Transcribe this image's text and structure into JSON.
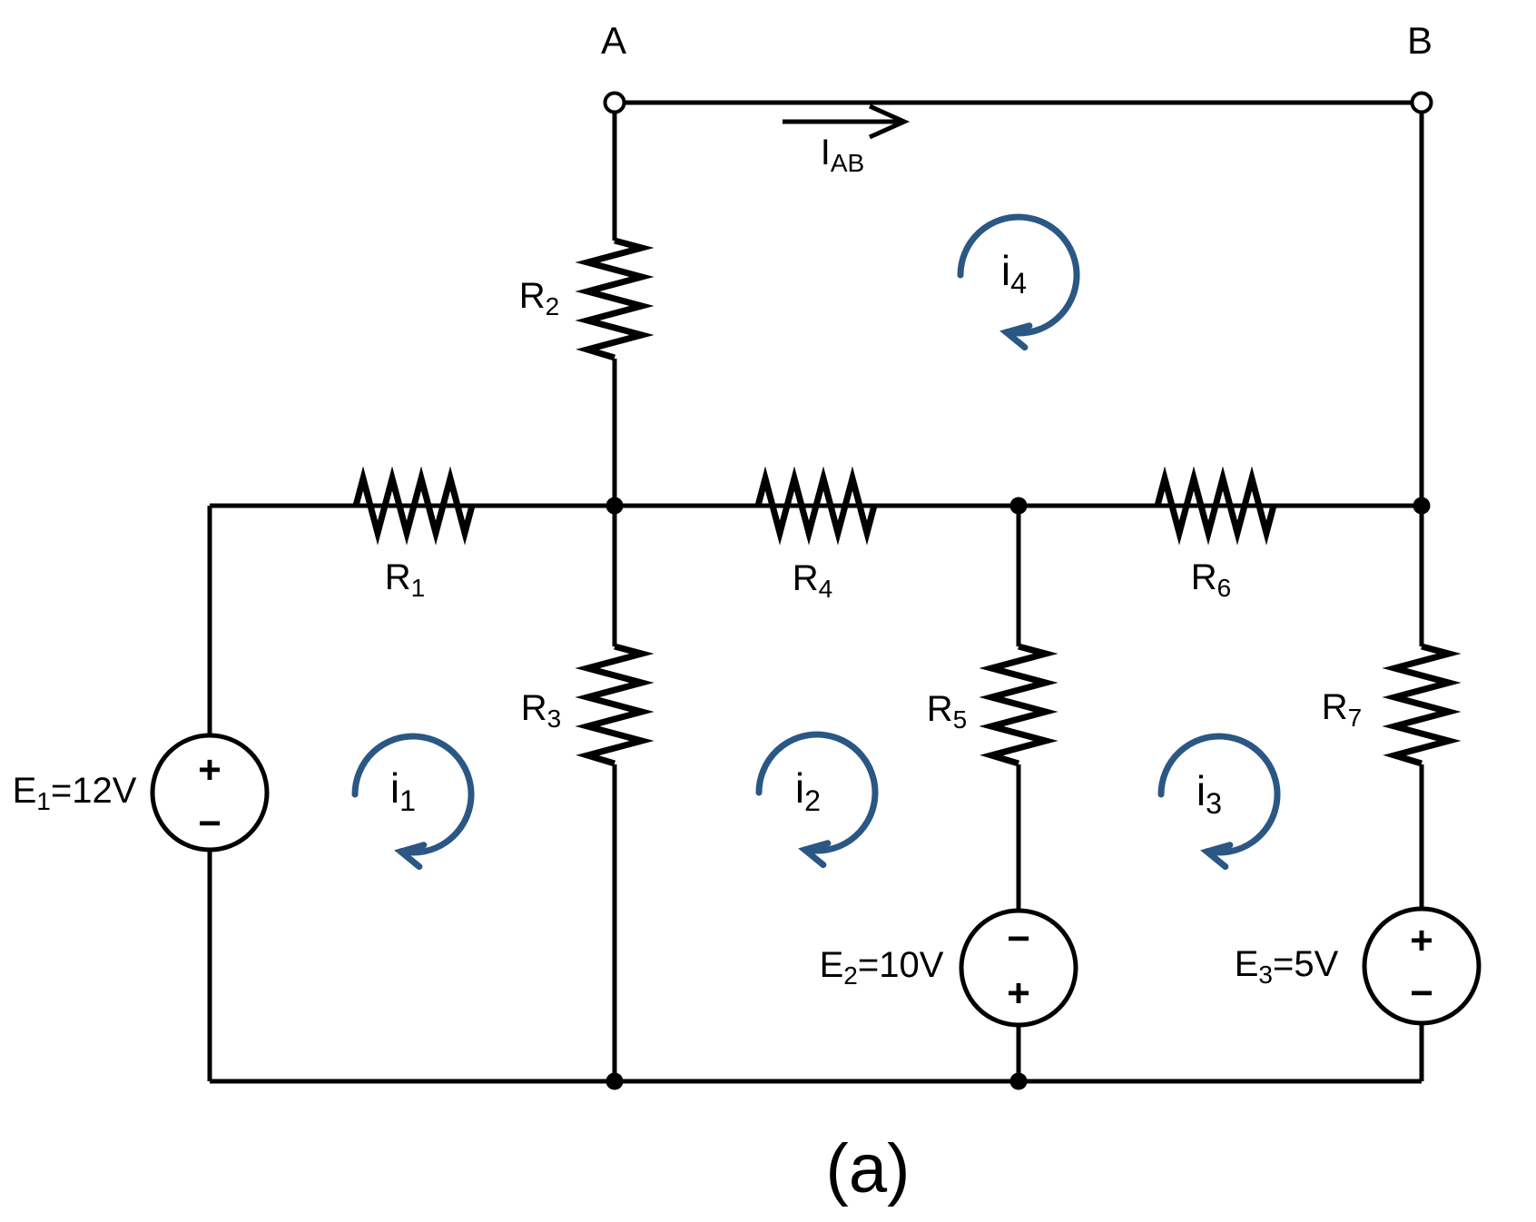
{
  "caption": "(a)",
  "colors": {
    "wire": "#000000",
    "loop_arrow": "#2A5783",
    "background": "#FFFFFF"
  },
  "nodes": {
    "a": "A",
    "b": "B"
  },
  "branch_current": {
    "base": "I",
    "sub": "AB"
  },
  "resistors": [
    {
      "base": "R",
      "sub": "1"
    },
    {
      "base": "R",
      "sub": "2"
    },
    {
      "base": "R",
      "sub": "3"
    },
    {
      "base": "R",
      "sub": "4"
    },
    {
      "base": "R",
      "sub": "5"
    },
    {
      "base": "R",
      "sub": "6"
    },
    {
      "base": "R",
      "sub": "7"
    }
  ],
  "sources": [
    {
      "base": "E",
      "sub": "1",
      "suffix": "=12V",
      "top_sign": "+",
      "bottom_sign": "−"
    },
    {
      "base": "E",
      "sub": "2",
      "suffix": "=10V",
      "top_sign": "−",
      "bottom_sign": "+"
    },
    {
      "base": "E",
      "sub": "3",
      "suffix": "=5V",
      "top_sign": "+",
      "bottom_sign": "−"
    }
  ],
  "mesh_currents": [
    {
      "base": "i",
      "sub": "1"
    },
    {
      "base": "i",
      "sub": "2"
    },
    {
      "base": "i",
      "sub": "3"
    },
    {
      "base": "i",
      "sub": "4"
    }
  ]
}
